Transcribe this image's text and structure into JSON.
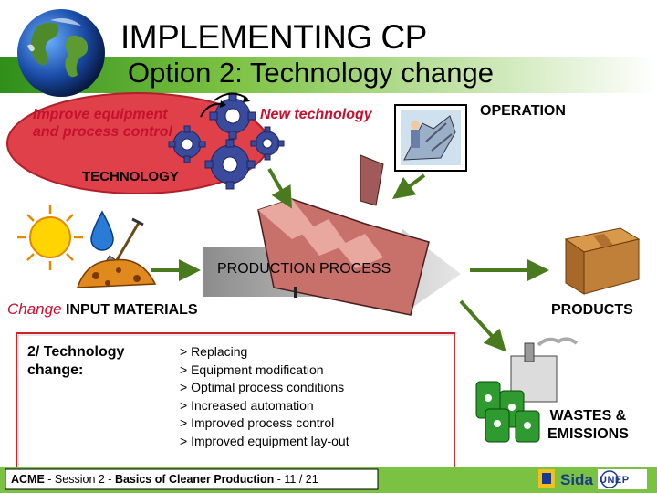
{
  "header": {
    "title": "IMPLEMENTING CP",
    "subtitle": "Option 2: Technology change"
  },
  "diagram": {
    "improve_label": "Improve equipment and process control",
    "new_technology_label": "New technology",
    "technology_label": "TECHNOLOGY",
    "operation_label": "OPERATION",
    "production_process_label": "PRODUCTION  PROCESS",
    "change_word": "Change",
    "input_materials_label": "INPUT MATERIALS",
    "products_label": "PRODUCTS",
    "wastes_label_line1": "WASTES &",
    "wastes_label_line2": "EMISSIONS"
  },
  "detail": {
    "heading": "2/ Technology change:",
    "items": [
      "> Replacing",
      "> Equipment modification",
      "> Optimal process conditions",
      "> Increased automation",
      "> Improved process control",
      "> Improved equipment lay-out"
    ]
  },
  "footer": {
    "acme": "ACME",
    "session": " - Session 2 - ",
    "course": "Basics of Cleaner Production",
    "page": " - 11 / 21",
    "sida": "Sida",
    "unep": "UNEP"
  },
  "colors": {
    "header_green": "#7cc242",
    "ellipse_red": "#e0404a",
    "arrow_green": "#4a7a1e",
    "gear_blue": "#3a4a9c",
    "box_red": "#d0202a"
  }
}
